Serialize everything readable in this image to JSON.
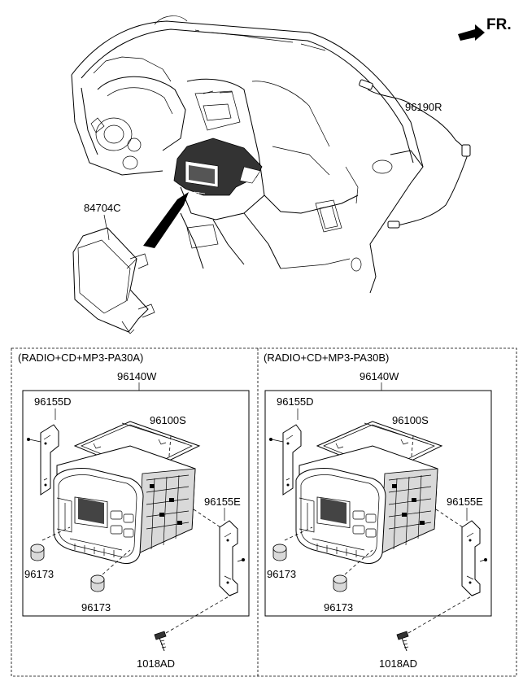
{
  "direction": {
    "label": "FR."
  },
  "labels": {
    "wire": "96190R",
    "bracket": "84704C"
  },
  "variants": [
    {
      "title": "(RADIO+CD+MP3-PA30A)",
      "assembly": "96140W",
      "bracket_left": "96155D",
      "unit": "96100S",
      "bracket_right": "96155E",
      "knob_1": "96173",
      "knob_2": "96173",
      "screw": "1018AD"
    },
    {
      "title": "(RADIO+CD+MP3-PA30B)",
      "assembly": "96140W",
      "bracket_left": "96155D",
      "unit": "96100S",
      "bracket_right": "96155E",
      "knob_1": "96173",
      "knob_2": "96173",
      "screw": "1018AD"
    }
  ]
}
